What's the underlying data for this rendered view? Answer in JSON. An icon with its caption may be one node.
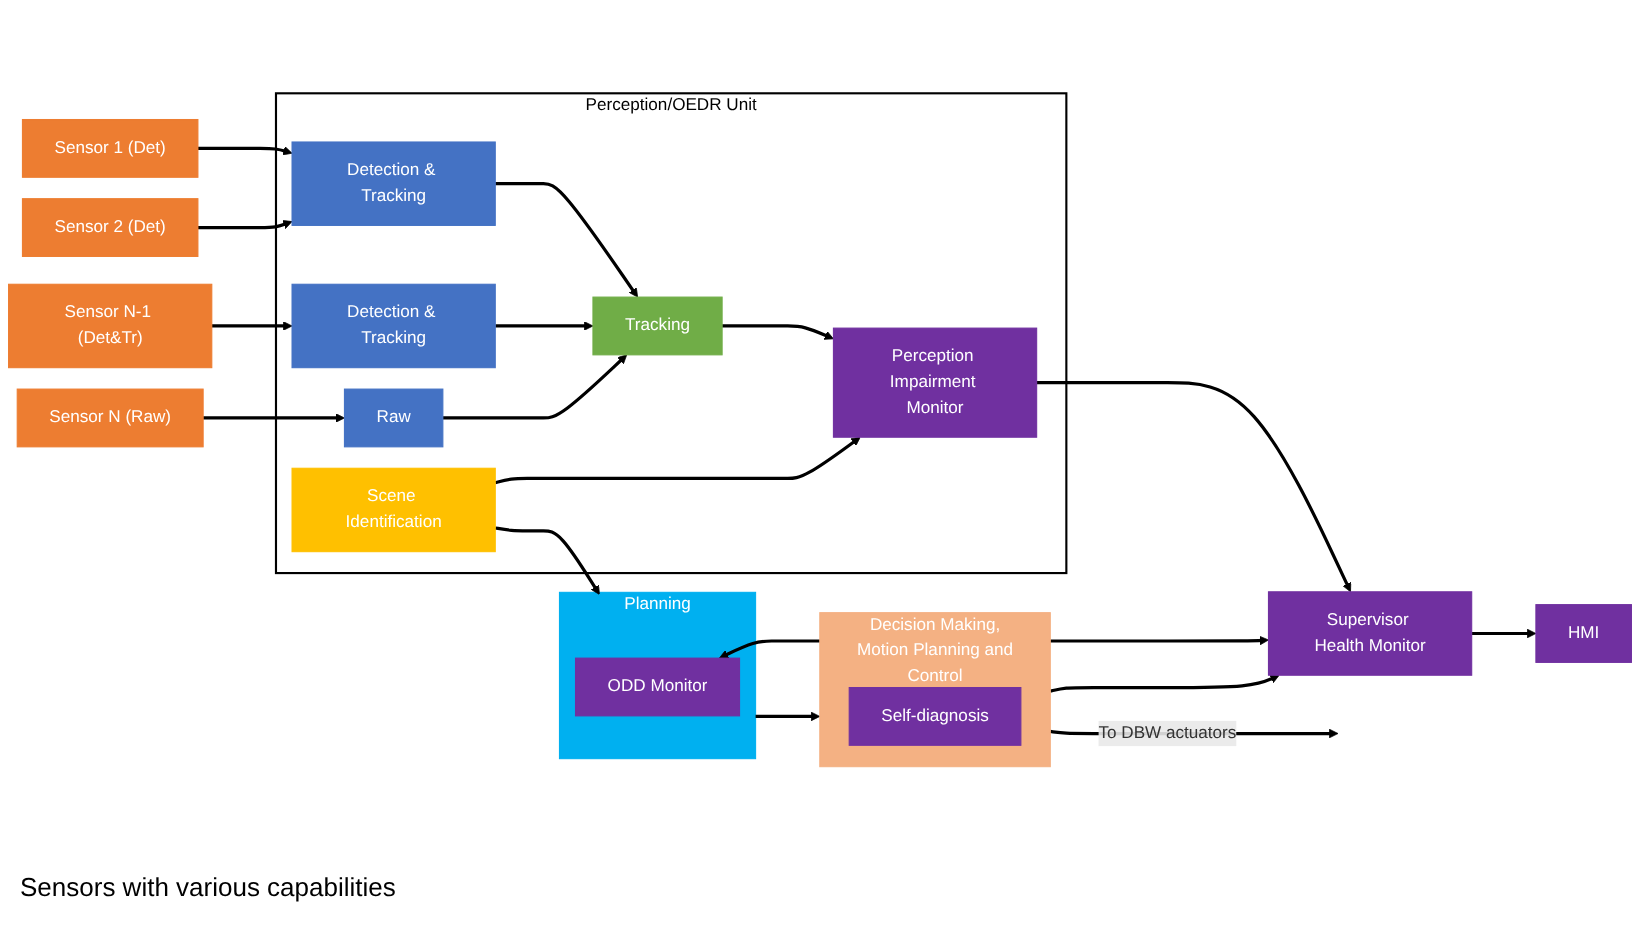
{
  "diagram": {
    "nodes": [
      {
        "text": [
          "Sensor 1 (Det)"
        ]
      },
      {
        "text": [
          "Sensor 2 (Det)"
        ]
      },
      {
        "text": [
          "Sensor N-1 (Det&Tr)"
        ]
      },
      {
        "text": [
          "Sensor N (Raw)"
        ]
      },
      {
        "text": [
          "Perception/OEDR Unit"
        ]
      },
      {
        "text": [
          "Detection & Tracking"
        ],
        "in": 4
      },
      {
        "text": [
          "Detection & Tracking"
        ],
        "in": 4
      },
      {
        "text": [
          "Raw"
        ],
        "in": 4
      },
      {
        "text": [
          "Tracking"
        ],
        "in": 4
      },
      {
        "text": [
          "Scene Identification"
        ],
        "in": 4
      },
      {
        "text": [
          "Perception Impairment Monitor"
        ],
        "in": 4
      },
      {
        "text": [
          "Planning"
        ]
      },
      {
        "text": [
          "ODD Monitor"
        ],
        "in": 11
      },
      {
        "text": [
          "Decision Making, Motion Planning and Control"
        ]
      },
      {
        "text": [
          "Self-diagnosis"
        ],
        "in": 13
      },
      {
        "text": [
          "Supervisor Health Monitor"
        ]
      },
      {
        "text": [
          "HMI"
        ]
      }
    ],
    "edges": [
      {
        "from": 0,
        "to": 5,
        "arrow": "to"
      },
      {
        "from": 1,
        "to": 5,
        "arrow": "to"
      },
      {
        "from": 2,
        "to": 6,
        "arrow": "to"
      },
      {
        "from": 3,
        "to": 7,
        "arrow": "to"
      },
      {
        "from": 5,
        "to": 8,
        "arrow": "to"
      },
      {
        "from": 6,
        "to": 8,
        "arrow": "to"
      },
      {
        "from": 7,
        "to": 8,
        "arrow": "to"
      },
      {
        "from": 9,
        "to": 11,
        "arrow": "to"
      },
      {
        "from": 11,
        "to": 13,
        "arrow": "to"
      },
      {
        "from": 13,
        "to": null,
        "arrow": "to",
        "label": "To DBW actuators"
      },
      {
        "from": 8,
        "to": 10,
        "arrow": "to"
      },
      {
        "from": 9,
        "to": 10,
        "arrow": "to"
      },
      {
        "from": 10,
        "to": 15,
        "arrow": "to"
      },
      {
        "from": 12,
        "to": 15,
        "arrow": "both"
      },
      {
        "from": 13,
        "to": 15,
        "arrow": "to"
      },
      {
        "from": 15,
        "to": 16,
        "arrow": "to"
      }
    ],
    "labels": [
      "Sensors with various capabilities"
    ]
  }
}
